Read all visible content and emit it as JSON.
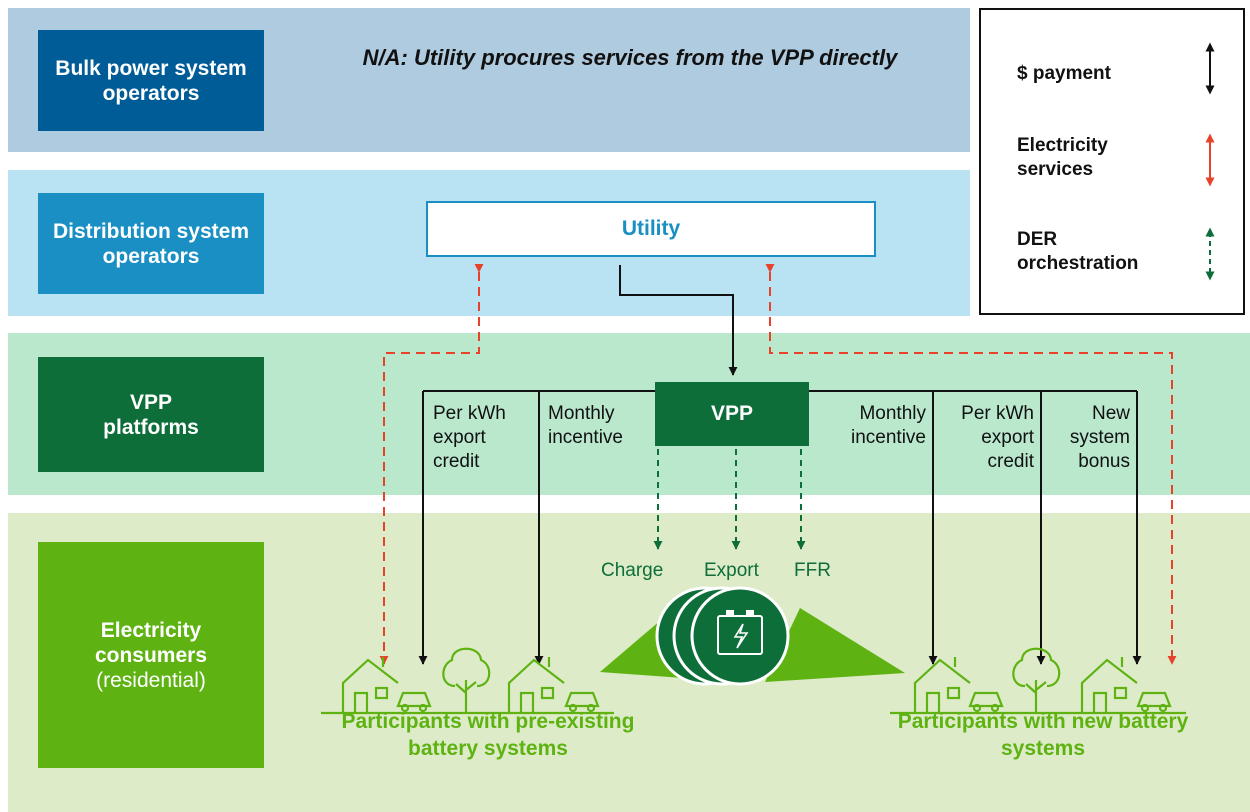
{
  "rows": {
    "bulk": {
      "label": "Bulk power system operators",
      "note": "N/A: Utility procures services from the VPP directly"
    },
    "dso": {
      "label": "Distribution system operators",
      "entity": "Utility"
    },
    "vpp": {
      "label": "VPP platforms",
      "entity": "VPP"
    },
    "consumers": {
      "label": "Electricity consumers",
      "sublabel": "(residential)"
    }
  },
  "legend": {
    "payment": "$ payment",
    "electricity": "Electricity services",
    "der": "DER orchestration"
  },
  "payments_left": [
    "Per kWh export credit",
    "Monthly incentive"
  ],
  "payments_right": [
    "Monthly incentive",
    "Per kWh export credit",
    "New system bonus"
  ],
  "der_services": [
    "Charge",
    "Export",
    "FFR"
  ],
  "participants": {
    "left": "Participants with pre-existing battery systems",
    "right": "Participants with new battery systems"
  },
  "colors": {
    "bulk": "#005c96",
    "dso": "#1a8fc4",
    "vpp": "#0d6e3a",
    "consumers": "#5eb313",
    "payment_arrow": "#111111",
    "electricity_arrow": "#e8432a",
    "der_arrow": "#0d6e3a"
  }
}
